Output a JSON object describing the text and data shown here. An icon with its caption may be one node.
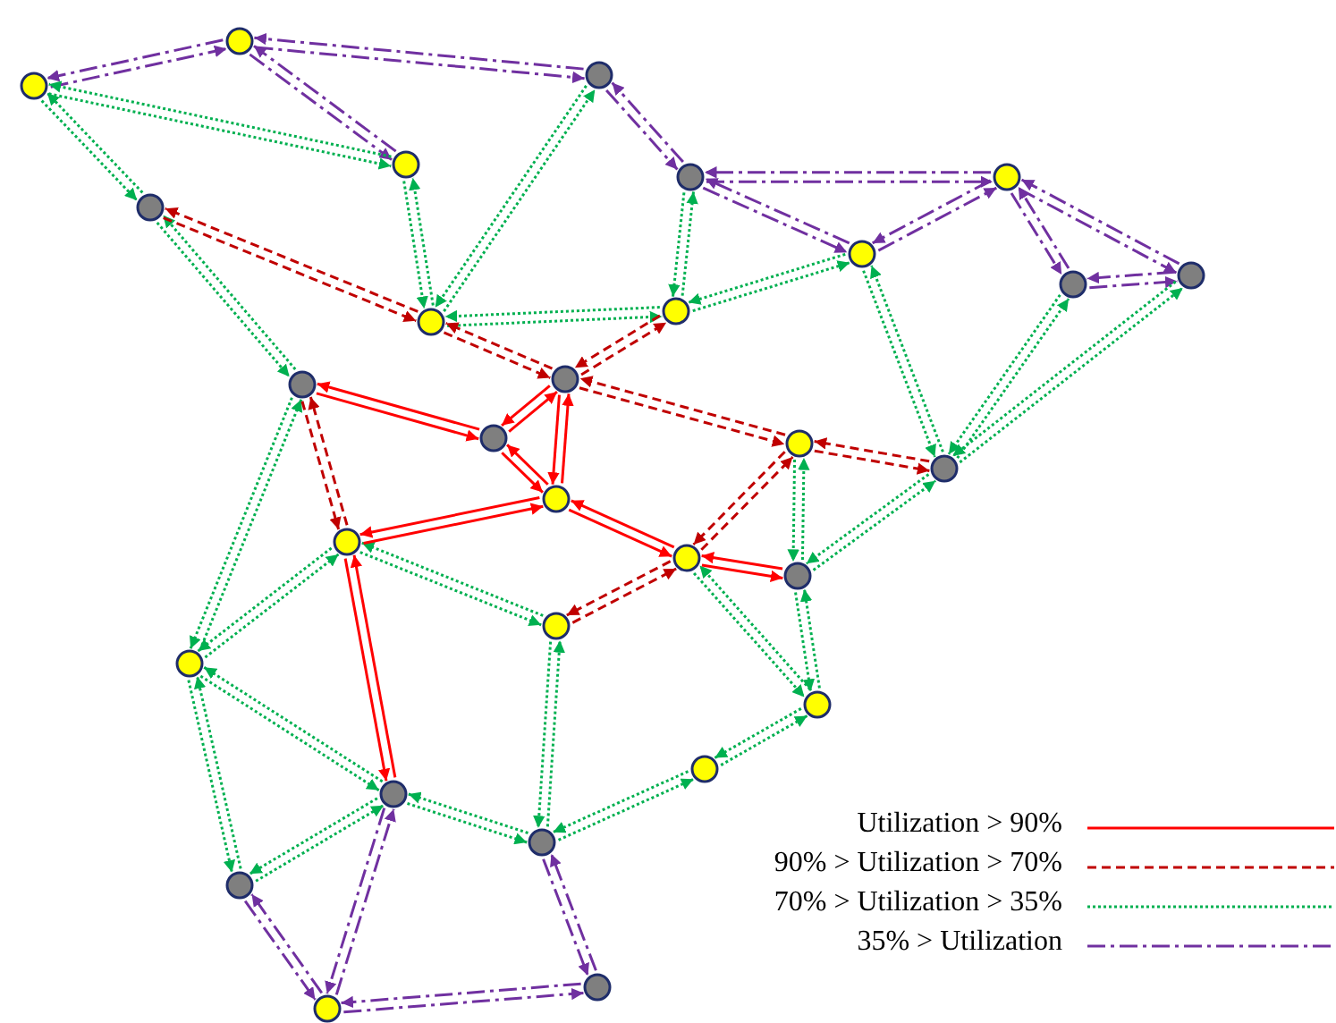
{
  "diagram": {
    "nodes": [
      {
        "text": [],
        "shape": "circle"
      },
      {
        "text": [],
        "shape": "circle"
      },
      {
        "text": [],
        "shape": "circle"
      },
      {
        "text": [],
        "shape": "circle"
      },
      {
        "text": [],
        "shape": "circle"
      },
      {
        "text": [],
        "shape": "circle"
      },
      {
        "text": [],
        "shape": "circle"
      },
      {
        "text": [],
        "shape": "circle"
      },
      {
        "text": [],
        "shape": "circle"
      },
      {
        "text": [],
        "shape": "circle"
      },
      {
        "text": [],
        "shape": "circle"
      },
      {
        "text": [],
        "shape": "circle"
      },
      {
        "text": [],
        "shape": "circle"
      },
      {
        "text": [],
        "shape": "circle"
      },
      {
        "text": [],
        "shape": "circle"
      },
      {
        "text": [],
        "shape": "circle"
      },
      {
        "text": [],
        "shape": "circle"
      },
      {
        "text": [],
        "shape": "circle"
      },
      {
        "text": [],
        "shape": "circle"
      },
      {
        "text": [],
        "shape": "circle"
      },
      {
        "text": [],
        "shape": "circle"
      },
      {
        "text": [],
        "shape": "circle"
      },
      {
        "text": [],
        "shape": "circle"
      },
      {
        "text": [],
        "shape": "circle"
      },
      {
        "text": [],
        "shape": "circle"
      },
      {
        "text": [],
        "shape": "circle"
      },
      {
        "text": [],
        "shape": "circle"
      },
      {
        "text": [],
        "shape": "circle"
      },
      {
        "text": [],
        "shape": "circle"
      },
      {
        "text": [],
        "shape": "circle"
      }
    ],
    "edges": [
      {
        "from": 0,
        "to": 1,
        "arrow": "to",
        "style": "dashed",
        "color": "#7030a0"
      },
      {
        "from": 1,
        "to": 0,
        "arrow": "to",
        "style": "dashed",
        "color": "#7030a0"
      },
      {
        "from": 1,
        "to": 2,
        "arrow": "to",
        "style": "dashed",
        "color": "#7030a0"
      },
      {
        "from": 2,
        "to": 1,
        "arrow": "to",
        "style": "dashed",
        "color": "#7030a0"
      },
      {
        "from": 1,
        "to": 3,
        "arrow": "to",
        "style": "dashed",
        "color": "#7030a0"
      },
      {
        "from": 3,
        "to": 1,
        "arrow": "to",
        "style": "dashed",
        "color": "#7030a0"
      },
      {
        "from": 2,
        "to": 5,
        "arrow": "to",
        "style": "dashed",
        "color": "#7030a0"
      },
      {
        "from": 5,
        "to": 2,
        "arrow": "to",
        "style": "dashed",
        "color": "#7030a0"
      },
      {
        "from": 5,
        "to": 6,
        "arrow": "to",
        "style": "dashed",
        "color": "#7030a0"
      },
      {
        "from": 6,
        "to": 5,
        "arrow": "to",
        "style": "dashed",
        "color": "#7030a0"
      },
      {
        "from": 5,
        "to": 7,
        "arrow": "to",
        "style": "dashed",
        "color": "#7030a0"
      },
      {
        "from": 7,
        "to": 5,
        "arrow": "to",
        "style": "dashed",
        "color": "#7030a0"
      },
      {
        "from": 6,
        "to": 7,
        "arrow": "to",
        "style": "dashed",
        "color": "#7030a0"
      },
      {
        "from": 7,
        "to": 6,
        "arrow": "to",
        "style": "dashed",
        "color": "#7030a0"
      },
      {
        "from": 6,
        "to": 8,
        "arrow": "to",
        "style": "dashed",
        "color": "#7030a0"
      },
      {
        "from": 8,
        "to": 6,
        "arrow": "to",
        "style": "dashed",
        "color": "#7030a0"
      },
      {
        "from": 6,
        "to": 9,
        "arrow": "to",
        "style": "dashed",
        "color": "#7030a0"
      },
      {
        "from": 9,
        "to": 6,
        "arrow": "to",
        "style": "dashed",
        "color": "#7030a0"
      },
      {
        "from": 8,
        "to": 9,
        "arrow": "to",
        "style": "dashed",
        "color": "#7030a0"
      },
      {
        "from": 9,
        "to": 8,
        "arrow": "to",
        "style": "dashed",
        "color": "#7030a0"
      },
      {
        "from": 24,
        "to": 28,
        "arrow": "to",
        "style": "dashed",
        "color": "#7030a0"
      },
      {
        "from": 28,
        "to": 24,
        "arrow": "to",
        "style": "dashed",
        "color": "#7030a0"
      },
      {
        "from": 27,
        "to": 28,
        "arrow": "to",
        "style": "dashed",
        "color": "#7030a0"
      },
      {
        "from": 28,
        "to": 27,
        "arrow": "to",
        "style": "dashed",
        "color": "#7030a0"
      },
      {
        "from": 28,
        "to": 29,
        "arrow": "to",
        "style": "dashed",
        "color": "#7030a0"
      },
      {
        "from": 29,
        "to": 28,
        "arrow": "to",
        "style": "dashed",
        "color": "#7030a0"
      },
      {
        "from": 26,
        "to": 29,
        "arrow": "to",
        "style": "dashed",
        "color": "#7030a0"
      },
      {
        "from": 29,
        "to": 26,
        "arrow": "to",
        "style": "dashed",
        "color": "#7030a0"
      },
      {
        "from": 0,
        "to": 3,
        "arrow": "to",
        "style": "dashed"
      },
      {
        "from": 3,
        "to": 0,
        "arrow": "to",
        "style": "dashed"
      },
      {
        "from": 0,
        "to": 4,
        "arrow": "to",
        "style": "dashed"
      },
      {
        "from": 4,
        "to": 0,
        "arrow": "to",
        "style": "dashed"
      },
      {
        "from": 3,
        "to": 10,
        "arrow": "to",
        "style": "dashed"
      },
      {
        "from": 10,
        "to": 3,
        "arrow": "to",
        "style": "dashed"
      },
      {
        "from": 2,
        "to": 10,
        "arrow": "to",
        "style": "dashed"
      },
      {
        "from": 10,
        "to": 2,
        "arrow": "to",
        "style": "dashed"
      },
      {
        "from": 10,
        "to": 11,
        "arrow": "to",
        "style": "dashed"
      },
      {
        "from": 11,
        "to": 10,
        "arrow": "to",
        "style": "dashed"
      },
      {
        "from": 5,
        "to": 11,
        "arrow": "to",
        "style": "dashed"
      },
      {
        "from": 11,
        "to": 5,
        "arrow": "to",
        "style": "dashed"
      },
      {
        "from": 11,
        "to": 7,
        "arrow": "to",
        "style": "dashed"
      },
      {
        "from": 7,
        "to": 11,
        "arrow": "to",
        "style": "dashed"
      },
      {
        "from": 4,
        "to": 13,
        "arrow": "to",
        "style": "dashed"
      },
      {
        "from": 13,
        "to": 4,
        "arrow": "to",
        "style": "dashed"
      },
      {
        "from": 7,
        "to": 16,
        "arrow": "to",
        "style": "dashed"
      },
      {
        "from": 16,
        "to": 7,
        "arrow": "to",
        "style": "dashed"
      },
      {
        "from": 8,
        "to": 16,
        "arrow": "to",
        "style": "dashed"
      },
      {
        "from": 16,
        "to": 8,
        "arrow": "to",
        "style": "dashed"
      },
      {
        "from": 9,
        "to": 16,
        "arrow": "to",
        "style": "dashed"
      },
      {
        "from": 16,
        "to": 9,
        "arrow": "to",
        "style": "dashed"
      },
      {
        "from": 13,
        "to": 22,
        "arrow": "to",
        "style": "dashed"
      },
      {
        "from": 22,
        "to": 13,
        "arrow": "to",
        "style": "dashed"
      },
      {
        "from": 18,
        "to": 22,
        "arrow": "to",
        "style": "dashed"
      },
      {
        "from": 22,
        "to": 18,
        "arrow": "to",
        "style": "dashed"
      },
      {
        "from": 18,
        "to": 21,
        "arrow": "to",
        "style": "dashed"
      },
      {
        "from": 21,
        "to": 18,
        "arrow": "to",
        "style": "dashed"
      },
      {
        "from": 21,
        "to": 26,
        "arrow": "to",
        "style": "dashed"
      },
      {
        "from": 26,
        "to": 21,
        "arrow": "to",
        "style": "dashed"
      },
      {
        "from": 19,
        "to": 23,
        "arrow": "to",
        "style": "dashed"
      },
      {
        "from": 23,
        "to": 19,
        "arrow": "to",
        "style": "dashed"
      },
      {
        "from": 20,
        "to": 23,
        "arrow": "to",
        "style": "dashed"
      },
      {
        "from": 23,
        "to": 20,
        "arrow": "to",
        "style": "dashed"
      },
      {
        "from": 15,
        "to": 20,
        "arrow": "to",
        "style": "dashed"
      },
      {
        "from": 20,
        "to": 15,
        "arrow": "to",
        "style": "dashed"
      },
      {
        "from": 16,
        "to": 20,
        "arrow": "to",
        "style": "dashed"
      },
      {
        "from": 20,
        "to": 16,
        "arrow": "to",
        "style": "dashed"
      },
      {
        "from": 22,
        "to": 27,
        "arrow": "to",
        "style": "dashed"
      },
      {
        "from": 27,
        "to": 22,
        "arrow": "to",
        "style": "dashed"
      },
      {
        "from": 22,
        "to": 24,
        "arrow": "to",
        "style": "dashed"
      },
      {
        "from": 24,
        "to": 22,
        "arrow": "to",
        "style": "dashed"
      },
      {
        "from": 24,
        "to": 27,
        "arrow": "to",
        "style": "dashed"
      },
      {
        "from": 27,
        "to": 24,
        "arrow": "to",
        "style": "dashed"
      },
      {
        "from": 24,
        "to": 26,
        "arrow": "to",
        "style": "dashed"
      },
      {
        "from": 26,
        "to": 24,
        "arrow": "to",
        "style": "dashed"
      },
      {
        "from": 26,
        "to": 25,
        "arrow": "to",
        "style": "dashed"
      },
      {
        "from": 25,
        "to": 26,
        "arrow": "to",
        "style": "dashed"
      },
      {
        "from": 25,
        "to": 23,
        "arrow": "to",
        "style": "dashed"
      },
      {
        "from": 23,
        "to": 25,
        "arrow": "to",
        "style": "dashed"
      },
      {
        "from": 4,
        "to": 10,
        "arrow": "to",
        "style": "dashed",
        "color": "#c00000"
      },
      {
        "from": 10,
        "to": 4,
        "arrow": "to",
        "style": "dashed",
        "color": "#c00000"
      },
      {
        "from": 10,
        "to": 12,
        "arrow": "to",
        "style": "dashed",
        "color": "#c00000"
      },
      {
        "from": 12,
        "to": 10,
        "arrow": "to",
        "style": "dashed",
        "color": "#c00000"
      },
      {
        "from": 12,
        "to": 11,
        "arrow": "to",
        "style": "dashed",
        "color": "#c00000"
      },
      {
        "from": 11,
        "to": 12,
        "arrow": "to",
        "style": "dashed",
        "color": "#c00000"
      },
      {
        "from": 12,
        "to": 15,
        "arrow": "to",
        "style": "dashed",
        "color": "#c00000"
      },
      {
        "from": 15,
        "to": 12,
        "arrow": "to",
        "style": "dashed",
        "color": "#c00000"
      },
      {
        "from": 15,
        "to": 16,
        "arrow": "to",
        "style": "dashed",
        "color": "#c00000"
      },
      {
        "from": 16,
        "to": 15,
        "arrow": "to",
        "style": "dashed",
        "color": "#c00000"
      },
      {
        "from": 13,
        "to": 18,
        "arrow": "to",
        "style": "dashed",
        "color": "#c00000"
      },
      {
        "from": 18,
        "to": 13,
        "arrow": "to",
        "style": "dashed",
        "color": "#c00000"
      },
      {
        "from": 15,
        "to": 19,
        "arrow": "to",
        "style": "dashed",
        "color": "#c00000"
      },
      {
        "from": 19,
        "to": 15,
        "arrow": "to",
        "style": "dashed",
        "color": "#c00000"
      },
      {
        "from": 19,
        "to": 21,
        "arrow": "to",
        "style": "dashed",
        "color": "#c00000"
      },
      {
        "from": 21,
        "to": 19,
        "arrow": "to",
        "style": "dashed",
        "color": "#c00000"
      },
      {
        "from": 13,
        "to": 14,
        "arrow": "to",
        "color": "#ff0000"
      },
      {
        "from": 14,
        "to": 13,
        "arrow": "to",
        "color": "#ff0000"
      },
      {
        "from": 12,
        "to": 14,
        "arrow": "to",
        "color": "#ff0000"
      },
      {
        "from": 14,
        "to": 12,
        "arrow": "to",
        "color": "#ff0000"
      },
      {
        "from": 12,
        "to": 17,
        "arrow": "to",
        "color": "#ff0000"
      },
      {
        "from": 17,
        "to": 12,
        "arrow": "to",
        "color": "#ff0000"
      },
      {
        "from": 14,
        "to": 17,
        "arrow": "to",
        "color": "#ff0000"
      },
      {
        "from": 17,
        "to": 14,
        "arrow": "to",
        "color": "#ff0000"
      },
      {
        "from": 17,
        "to": 18,
        "arrow": "to",
        "color": "#ff0000"
      },
      {
        "from": 18,
        "to": 17,
        "arrow": "to",
        "color": "#ff0000"
      },
      {
        "from": 17,
        "to": 19,
        "arrow": "to",
        "color": "#ff0000"
      },
      {
        "from": 19,
        "to": 17,
        "arrow": "to",
        "color": "#ff0000"
      },
      {
        "from": 19,
        "to": 20,
        "arrow": "to",
        "color": "#ff0000"
      },
      {
        "from": 20,
        "to": 19,
        "arrow": "to",
        "color": "#ff0000"
      },
      {
        "from": 18,
        "to": 24,
        "arrow": "to",
        "color": "#ff0000"
      },
      {
        "from": 24,
        "to": 18,
        "arrow": "to",
        "color": "#ff0000"
      }
    ],
    "legend": [
      {
        "text": "Utilization > 90%"
      },
      {
        "text": "90% > Utilization > 70%"
      },
      {
        "text": "70% > Utilization > 35%"
      },
      {
        "text": "35% > Utilization"
      }
    ]
  }
}
